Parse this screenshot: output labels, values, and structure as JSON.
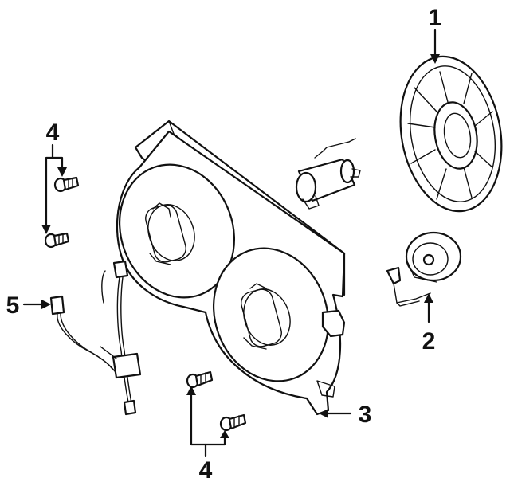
{
  "callouts": [
    {
      "id": "fan-blade",
      "label": "1"
    },
    {
      "id": "fan-motor",
      "label": "2"
    },
    {
      "id": "fan-shroud",
      "label": "3"
    },
    {
      "id": "shroud-bolts-upper",
      "label": "4"
    },
    {
      "id": "shroud-bolts-lower",
      "label": "4"
    },
    {
      "id": "wiring-harness",
      "label": "5"
    }
  ],
  "colors": {
    "ink": "#111111",
    "background": "#ffffff"
  }
}
